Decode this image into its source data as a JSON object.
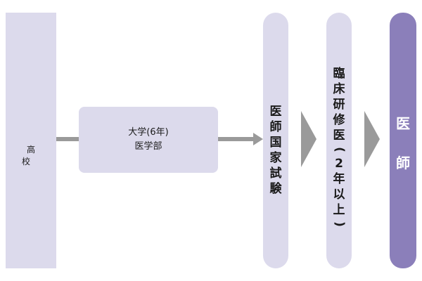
{
  "stages": {
    "koko": {
      "label": "高 校"
    },
    "daigaku": {
      "line1": "大学(6年)",
      "line2": "医学部"
    },
    "kokushi": {
      "chars": [
        "医",
        "師",
        "国",
        "家",
        "試",
        "験"
      ]
    },
    "kenshu": {
      "chars": [
        "臨",
        "床",
        "研",
        "修",
        "医",
        "(",
        "2",
        "年",
        "以",
        "上",
        ")"
      ]
    },
    "ishi": {
      "chars": [
        "医",
        "師"
      ]
    }
  },
  "colors": {
    "light_fill": "#dcdaec",
    "dark_fill": "#8b7fba",
    "arrow": "#9a9a9a"
  }
}
